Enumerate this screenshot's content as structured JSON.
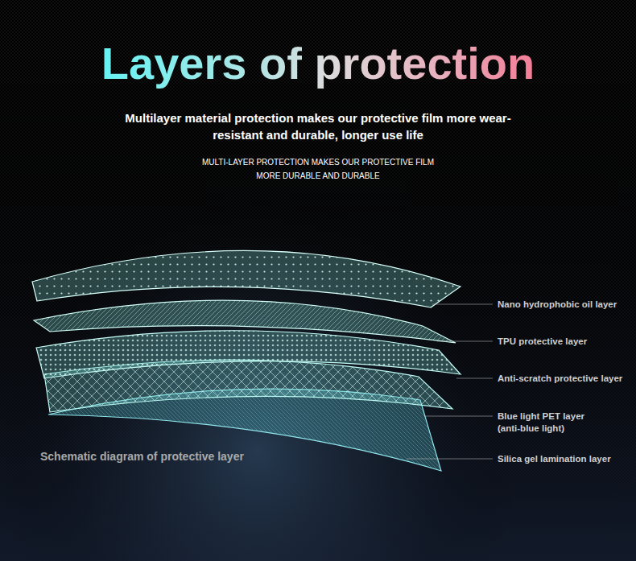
{
  "diagram": {
    "title": "Layers of protection",
    "labels": [
      "Multilayer material protection makes our protective film more wear-resistant and durable, longer use life",
      "MULTI-LAYER PROTECTION MAKES OUR PROTECTIVE FILM MORE DURABLE AND DURABLE",
      "Nano hydrophobic oil layer",
      "TPU protective layer",
      "Anti-scratch protective layer",
      "Blue light PET layer",
      "(anti-blue light)",
      "Silica gel lamination layer",
      "Schematic diagram of protective layer"
    ]
  }
}
